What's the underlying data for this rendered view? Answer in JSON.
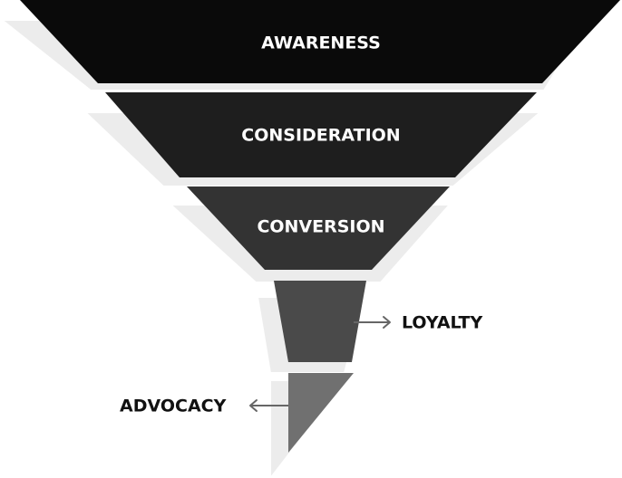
{
  "diagram": {
    "stages": [
      {
        "label": "AWARENESS",
        "color": "#0a0a0a"
      },
      {
        "label": "CONSIDERATION",
        "color": "#1e1e1e"
      },
      {
        "label": "CONVERSION",
        "color": "#333333"
      },
      {
        "label": "LOYALTY",
        "color": "#4a4a4a"
      },
      {
        "label": "ADVOCACY",
        "color": "#707070"
      }
    ],
    "shadow_color": "#e6e6e6",
    "shadow_outline_color": "#f7f7f7",
    "arrow_color": "#666666"
  }
}
